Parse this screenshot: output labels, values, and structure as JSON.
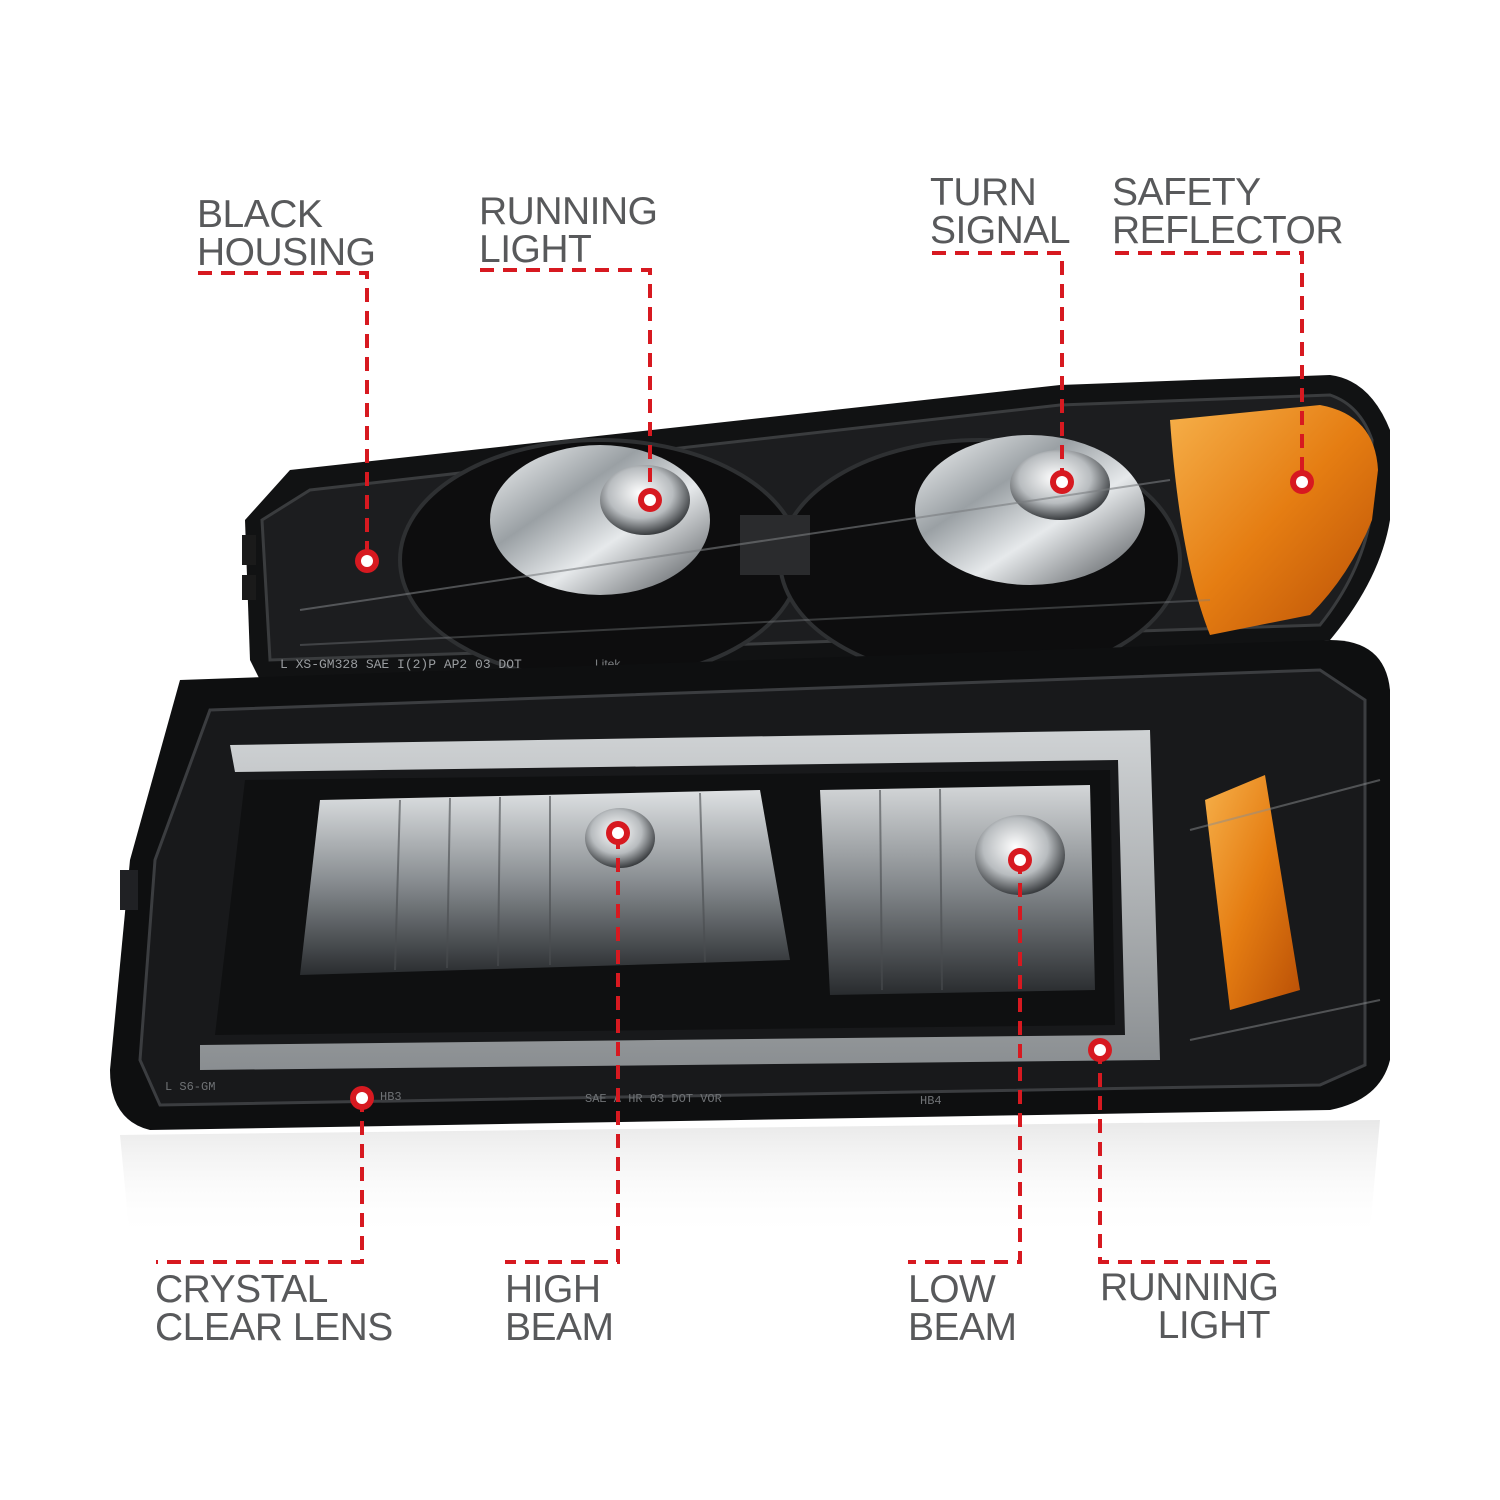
{
  "callouts": [
    {
      "id": "black-housing",
      "lines": [
        "BLACK",
        "HOUSING"
      ]
    },
    {
      "id": "running-light-top",
      "lines": [
        "RUNNING",
        "LIGHT"
      ]
    },
    {
      "id": "turn-signal",
      "lines": [
        "TURN",
        "SIGNAL"
      ]
    },
    {
      "id": "safety-reflector",
      "lines": [
        "SAFETY",
        "REFLECTOR"
      ]
    },
    {
      "id": "crystal-clear-lens",
      "lines": [
        "CRYSTAL",
        "CLEAR LENS"
      ]
    },
    {
      "id": "high-beam",
      "lines": [
        "HIGH",
        "BEAM"
      ]
    },
    {
      "id": "low-beam",
      "lines": [
        "LOW",
        "BEAM"
      ]
    },
    {
      "id": "running-light-bottom",
      "lines": [
        "RUNNING",
        "LIGHT"
      ]
    }
  ],
  "lens_markings": {
    "upper": "L  XS-GM328  SAE  I(2)P  AP2  03  DOT",
    "upper_brand": "Litek",
    "lower_left": "L  S6-GM",
    "lower_hb3": "HB3",
    "lower_mid": "SAE  A  HR  03  DOT  VOR",
    "lower_hb4": "HB4"
  },
  "colors": {
    "callout_line": "#d71920",
    "label_text": "#58595b",
    "housing": "#0c0c0c",
    "amber": "#e07a10",
    "chrome": "#cfd3d6"
  }
}
